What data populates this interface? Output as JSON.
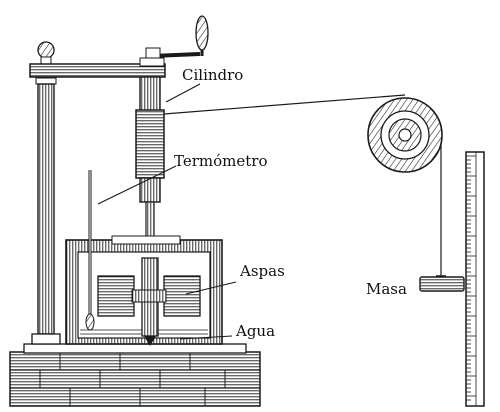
{
  "labels": {
    "cylinder": "Cilindro",
    "thermometer": "Termómetro",
    "paddles": "Aspas",
    "water": "Agua",
    "mass": "Masa"
  },
  "colors": {
    "ink": "#1a1a1a",
    "paper": "#ffffff",
    "wood": "#e9e9e9"
  }
}
